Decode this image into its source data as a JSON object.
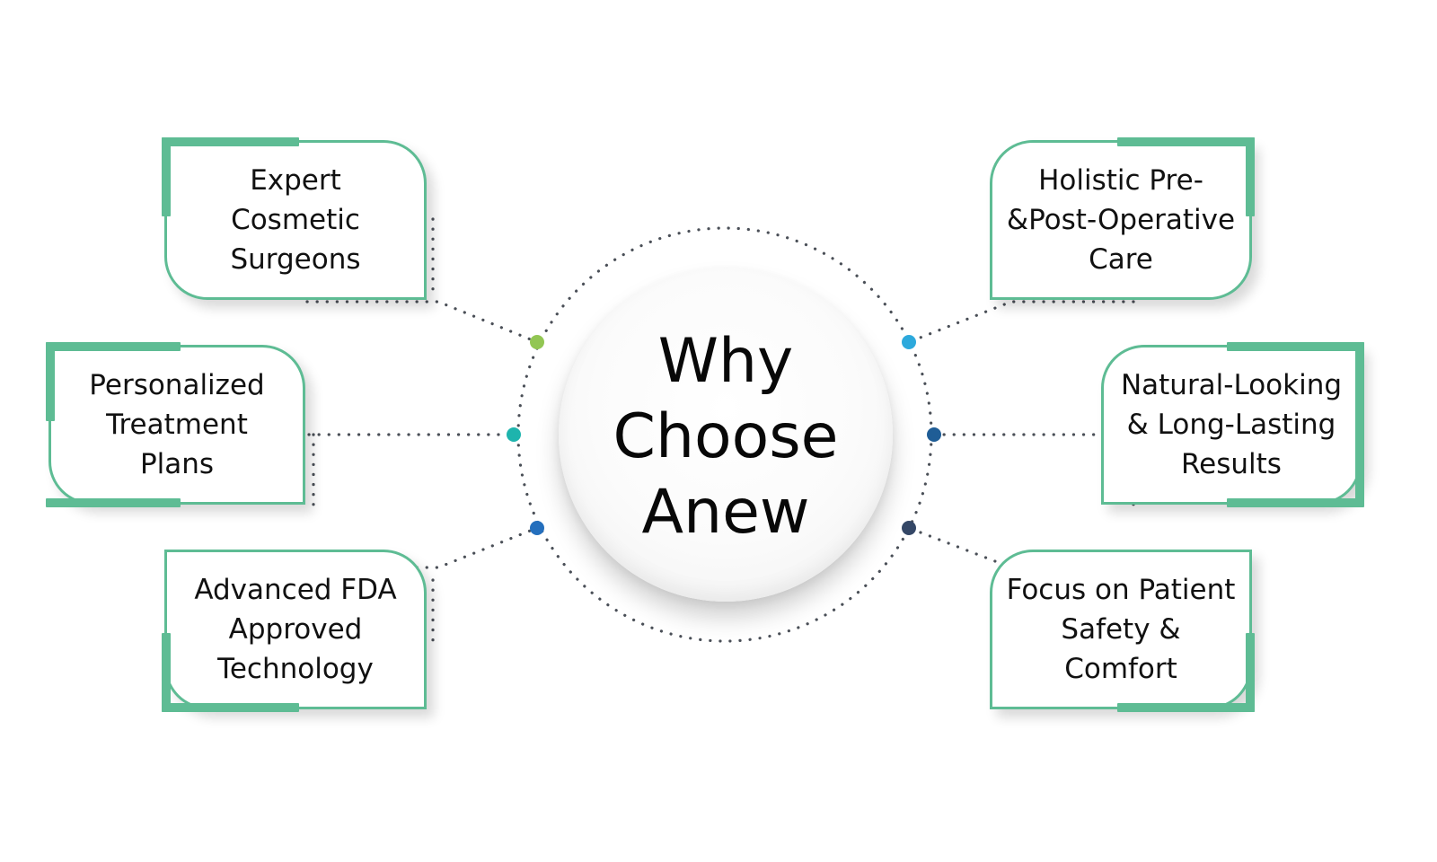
{
  "diagram": {
    "title": "Why\nChoose\nAnew",
    "accent_color": "#5ebc94",
    "connector_color": "#4a4f57",
    "features": {
      "expert": {
        "label": "Expert\nCosmetic\nSurgeons",
        "dot_color": "#92c653"
      },
      "personalized": {
        "label": "Personalized\nTreatment\nPlans",
        "dot_color": "#1eb4ad"
      },
      "advanced": {
        "label": "Advanced FDA\nApproved\nTechnology",
        "dot_color": "#246fbd"
      },
      "holistic": {
        "label": "Holistic Pre-\n&Post-Operative\nCare",
        "dot_color": "#2da9dc"
      },
      "natural": {
        "label": "Natural-Looking\n& Long-Lasting\nResults",
        "dot_color": "#1f5d96"
      },
      "focus": {
        "label": "Focus on Patient\nSafety & Comfort",
        "dot_color": "#344766"
      }
    }
  }
}
